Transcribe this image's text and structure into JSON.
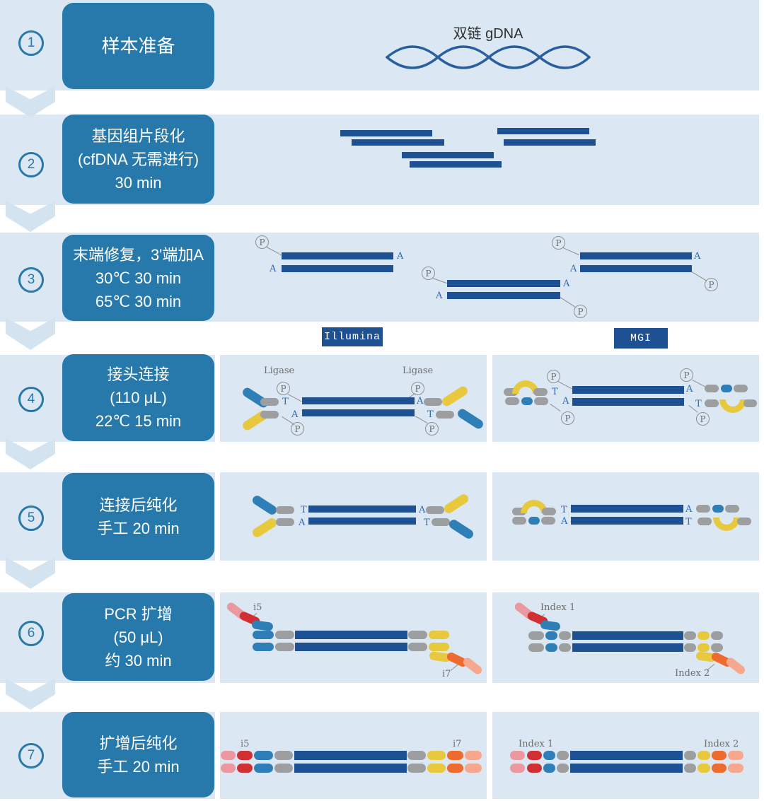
{
  "colors": {
    "band_bg": "#dbe7f2",
    "step_box_blue": "#2879ab",
    "dna_navy": "#1e5193",
    "adapter_gray": "#9c9ea0",
    "adapter_blue": "#2e7fb8",
    "adapter_yellow": "#e8c93d",
    "index_red": "#d02f33",
    "index_pink": "#ec98a0",
    "index_peach": "#f5a88e",
    "index_orange": "#ed6b2f"
  },
  "gdna_label": "双链 gDNA",
  "platforms": {
    "illumina": "Illumina",
    "mgi": "MGI"
  },
  "glyphs": {
    "p": "P",
    "t": "T",
    "a": "A"
  },
  "annotations": {
    "ligase": "Ligase",
    "i5": "i5",
    "i7": "i7",
    "index1": "Index 1",
    "index2": "Index 2"
  },
  "steps": [
    {
      "number": "1",
      "lines": [
        "样本准备"
      ]
    },
    {
      "number": "2",
      "lines": [
        "基因组片段化",
        "(cfDNA 无需进行)",
        "30 min"
      ]
    },
    {
      "number": "3",
      "lines": [
        "末端修复，3'端加A",
        "30℃ 30 min",
        "65℃ 30 min"
      ]
    },
    {
      "number": "4",
      "lines": [
        "接头连接",
        "(110 μL)",
        "22℃ 15 min"
      ]
    },
    {
      "number": "5",
      "lines": [
        "连接后纯化",
        "手工  20 min"
      ]
    },
    {
      "number": "6",
      "lines": [
        "PCR 扩增",
        "(50 μL)",
        "约 30 min"
      ]
    },
    {
      "number": "7",
      "lines": [
        "扩增后纯化",
        "手工 20 min"
      ]
    }
  ]
}
